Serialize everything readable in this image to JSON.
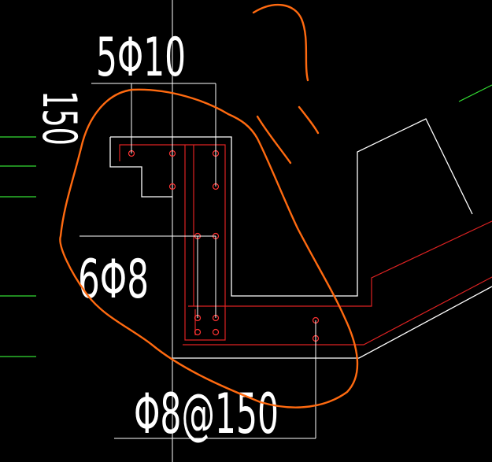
{
  "drawing": {
    "background": "#000000",
    "colors": {
      "outline": "#ffffff",
      "rebar": "#dd2222",
      "markup": "#ff6a10",
      "grid_ticks": "#33dd33"
    },
    "annotations": {
      "top_rebar": "5Φ10",
      "side_rebar": "6Φ8",
      "stirrup": "Φ8@150",
      "left_edge_label": "150"
    }
  }
}
